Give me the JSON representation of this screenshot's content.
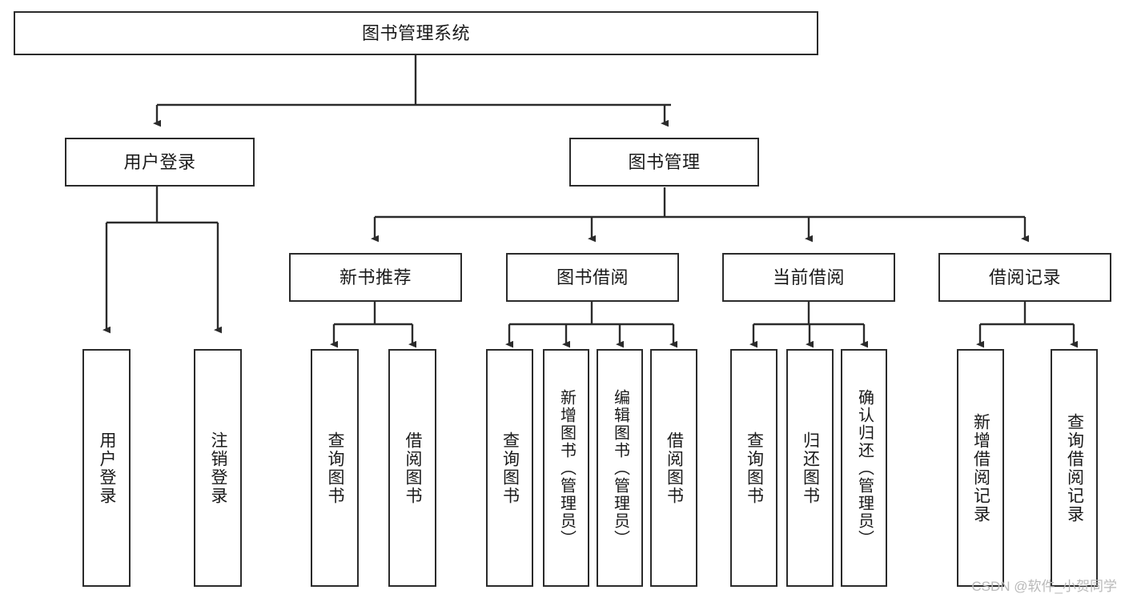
{
  "diagram": {
    "title": "图书管理系统",
    "type": "tree",
    "root": {
      "id": "root",
      "label": "图书管理系统",
      "orientation": "horizontal"
    },
    "level2": [
      {
        "id": "user-login",
        "label": "用户登录",
        "orientation": "horizontal"
      },
      {
        "id": "book-management",
        "label": "图书管理",
        "orientation": "horizontal"
      }
    ],
    "level3": [
      {
        "id": "new-book-recommend",
        "label": "新书推荐",
        "orientation": "horizontal",
        "parent": "book-management"
      },
      {
        "id": "book-borrow",
        "label": "图书借阅",
        "orientation": "horizontal",
        "parent": "book-management"
      },
      {
        "id": "current-borrow",
        "label": "当前借阅",
        "orientation": "horizontal",
        "parent": "book-management"
      },
      {
        "id": "borrow-record",
        "label": "借阅记录",
        "orientation": "horizontal",
        "parent": "book-management"
      }
    ],
    "leaves": {
      "user_login": [
        {
          "id": "leaf-user-login",
          "label": "用户登录",
          "orientation": "vertical"
        },
        {
          "id": "leaf-logout",
          "label": "注销登录",
          "orientation": "vertical"
        }
      ],
      "new_book_recommend": [
        {
          "id": "leaf-query-book-1",
          "label": "查询图书",
          "orientation": "vertical"
        },
        {
          "id": "leaf-borrow-book-1",
          "label": "借阅图书",
          "orientation": "vertical"
        }
      ],
      "book_borrow": [
        {
          "id": "leaf-query-book-2",
          "label": "查询图书",
          "orientation": "vertical"
        },
        {
          "id": "leaf-add-book",
          "label": "新增图书（管理员）",
          "orientation": "vertical"
        },
        {
          "id": "leaf-edit-book",
          "label": "编辑图书（管理员）",
          "orientation": "vertical"
        },
        {
          "id": "leaf-borrow-book-2",
          "label": "借阅图书",
          "orientation": "vertical"
        }
      ],
      "current_borrow": [
        {
          "id": "leaf-query-book-3",
          "label": "查询图书",
          "orientation": "vertical"
        },
        {
          "id": "leaf-return-book",
          "label": "归还图书",
          "orientation": "vertical"
        },
        {
          "id": "leaf-confirm-return",
          "label": "确认归还（管理员）",
          "orientation": "vertical"
        }
      ],
      "borrow_record": [
        {
          "id": "leaf-add-record",
          "label": "新增借阅记录",
          "orientation": "vertical"
        },
        {
          "id": "leaf-query-record",
          "label": "查询借阅记录",
          "orientation": "vertical"
        }
      ]
    },
    "colors": {
      "stroke": "#2b2b2b",
      "fill": "#ffffff",
      "text": "#1a1a1a",
      "watermark": "#b9b9b9"
    }
  },
  "watermark": {
    "text": "CSDN @软件_小贺同学"
  }
}
